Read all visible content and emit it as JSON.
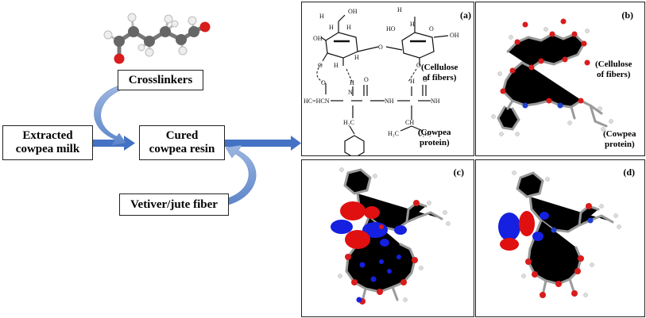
{
  "flow": {
    "crosslinkers": "Crosslinkers",
    "extracted_line1": "Extracted",
    "extracted_line2": "cowpea milk",
    "cured_line1": "Cured",
    "cured_line2": "cowpea resin",
    "fiber": "Vetiver/jute fiber"
  },
  "panels": {
    "a": {
      "label": "(a)",
      "cellulose_line1": "(Cellulose",
      "cellulose_line2": "of fibers)",
      "protein_line1": "(Cowpea",
      "protein_line2": "protein)",
      "chem_H": "H",
      "chem_OH": "OH",
      "chem_O": "O",
      "chem_N": "N",
      "chem_HC": "HC",
      "chem_HCN": "HC=HCN",
      "chem_NH": "NH",
      "chem_NH2": "NH",
      "chem_CH2": "CH",
      "chem_C2H5": "C",
      "chem_CH": "CH"
    },
    "b": {
      "label": "(b)",
      "cellulose_line1": "(Cellulose",
      "cellulose_line2": "of fibers)",
      "protein_line1": "(Cowpea",
      "protein_line2": "protein)"
    },
    "c": {
      "label": "(c)"
    },
    "d": {
      "label": "(d)"
    }
  },
  "colors": {
    "arrow_blue": "#4472C4",
    "oxygen_red": "#D91C1C",
    "nitrogen_blue": "#1F3FD0",
    "carbon_grey": "#8A8A8A",
    "orbital_red": "#E01010",
    "orbital_blue": "#1520E0"
  }
}
